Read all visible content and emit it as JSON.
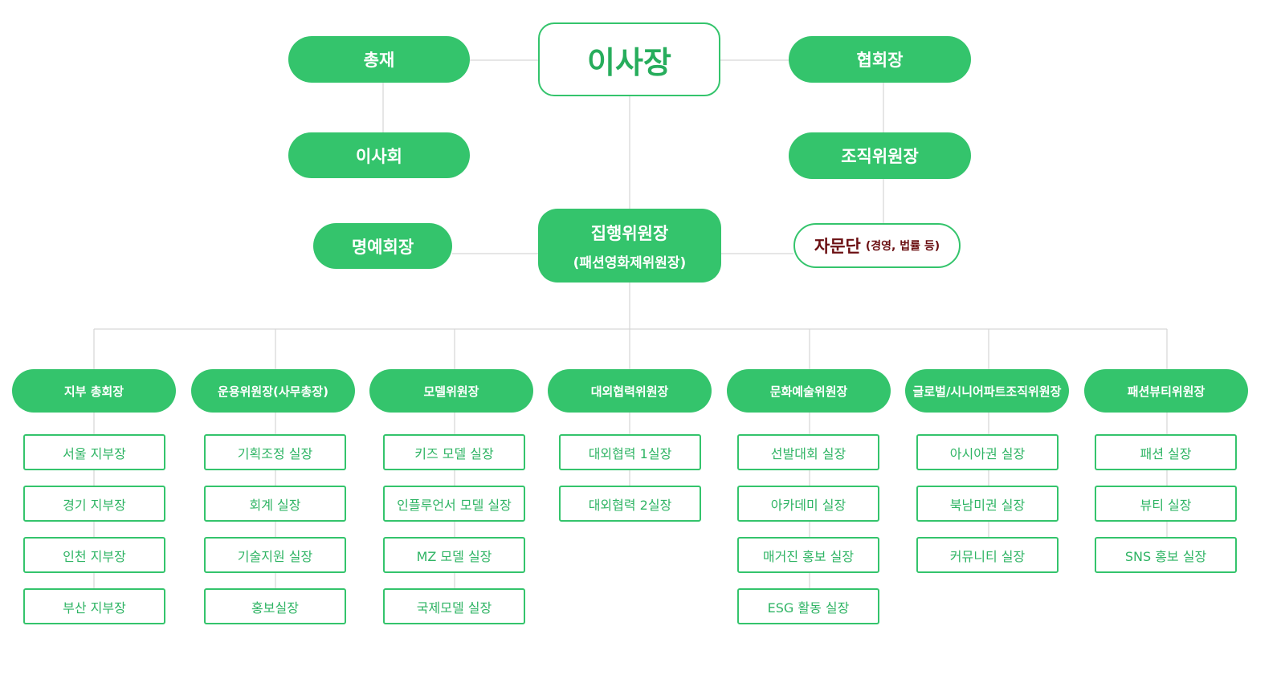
{
  "top": {
    "chairman": "이사장",
    "chongjae": "총재",
    "board": "이사회",
    "association_president": "협회장",
    "org_committee_chair": "조직위원장",
    "honorary_president": "명예회장",
    "executive_line1": "집행위원장",
    "executive_line2": "(패션영화제위원장)",
    "advisory_main": "자문단",
    "advisory_sub": "(경영, 법률 등)"
  },
  "departments": [
    {
      "title": "지부 총회장",
      "subs": [
        "서울 지부장",
        "경기 지부장",
        "인천 지부장",
        "부산 지부장"
      ]
    },
    {
      "title": "운용위원장(사무총장)",
      "subs": [
        "기획조정 실장",
        "회계 실장",
        "기술지원 실장",
        "홍보실장"
      ]
    },
    {
      "title": "모델위원장",
      "subs": [
        "키즈 모델 실장",
        "인플루언서 모델 실장",
        "MZ 모델 실장",
        "국제모델 실장"
      ]
    },
    {
      "title": "대외협력위원장",
      "subs": [
        "대외협력 1실장",
        "대외협력 2실장"
      ]
    },
    {
      "title": "문화예술위원장",
      "subs": [
        "선발대회 실장",
        "아카데미 실장",
        "매거진 홍보 실장",
        "ESG 활동 실장"
      ]
    },
    {
      "title": "글로벌/시니어파트조직위원장",
      "subs": [
        "아시아권 실장",
        "북남미권 실장",
        "커뮤니티 실장"
      ]
    },
    {
      "title": "패션뷰티위원장",
      "subs": [
        "패션 실장",
        "뷰티 실장",
        "SNS 홍보 실장"
      ]
    }
  ],
  "colors": {
    "green": "#34c46c",
    "advisory_text": "#6b0f12",
    "line": "#d6d6d6"
  }
}
